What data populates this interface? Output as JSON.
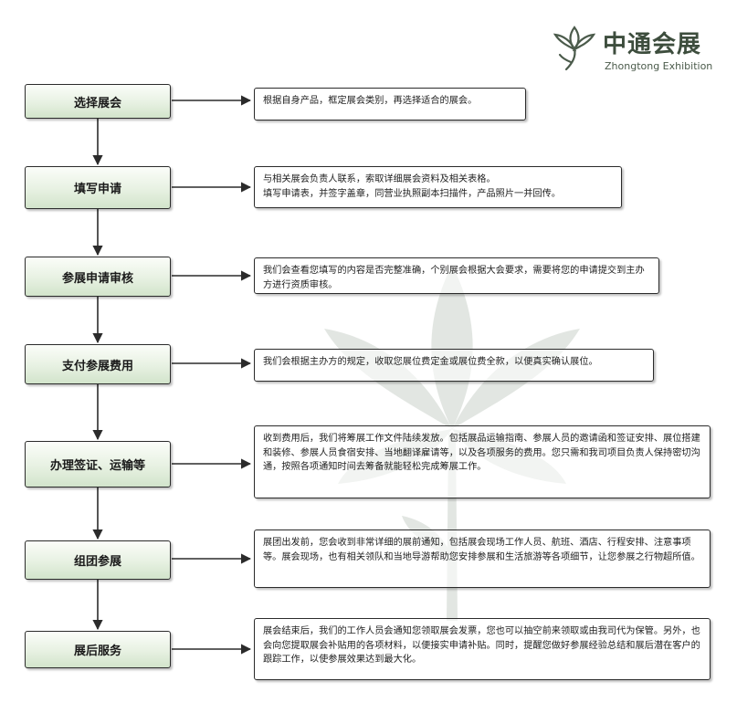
{
  "logo": {
    "name_cn": "中通会展",
    "name_en": "Zhongtong Exhibition"
  },
  "steps": [
    {
      "label": "选择展会",
      "desc": [
        "根据自身产品，框定展会类别，再选择适合的展会。"
      ]
    },
    {
      "label": "填写申请",
      "desc": [
        "与相关展会负责人联系，索取详细展会资料及相关表格。",
        "填写申请表，并签字盖章，同营业执照副本扫描件，产品照片一并回传。"
      ]
    },
    {
      "label": "参展申请审核",
      "desc": [
        "我们会查看您填写的内容是否完整准确，个别展会根据大会要求，需要将您的申请提交到主办方进行资质审核。"
      ]
    },
    {
      "label": "支付参展费用",
      "desc": [
        "我们会根据主办方的规定，收取您展位费定金或展位费全款，以便真实确认展位。"
      ]
    },
    {
      "label": "办理签证、运输等",
      "desc": [
        "收到费用后，我们将筹展工作文件陆续发放。包括展品运输指南、参展人员的邀请函和签证安排、展位搭建和装修、参展人员食宿安排、当地翻译雇请等，以及各项服务的费用。您只需和我司项目负责人保持密切沟通，按照各项通知时间去筹备就能轻松完成筹展工作。"
      ]
    },
    {
      "label": "组团参展",
      "desc": [
        "展团出发前，您会收到非常详细的展前通知，包括展会现场工作人员、航班、酒店、行程安排、注意事项等。展会现场，也有相关领队和当地导游帮助您安排参展和生活旅游等各项细节，让您参展之行物超所值。"
      ]
    },
    {
      "label": "展后服务",
      "desc": [
        "展会结束后，我们的工作人员会通知您领取展会发票，您也可以抽空前来领取或由我司代为保管。另外，也会向您提取展会补贴用的各项材料，以便接实申请补贴。同时，提醒您做好参展经验总结和展后潜在客户的跟踪工作，以使参展效果达到最大化。"
      ]
    }
  ]
}
